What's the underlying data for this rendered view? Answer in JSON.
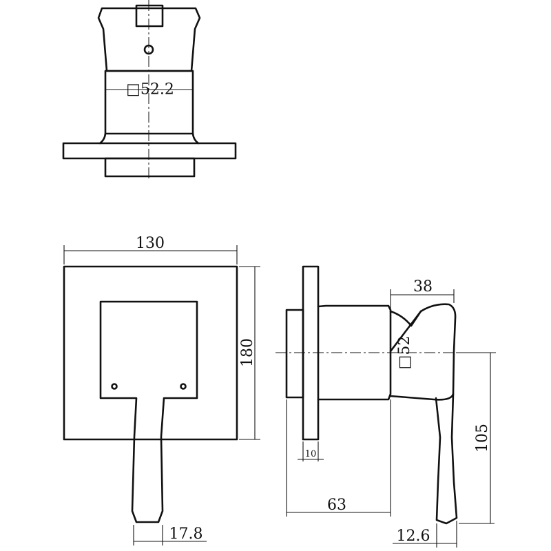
{
  "dimensions": {
    "top_square": "□52.2",
    "width_130": "130",
    "height_180": "180",
    "depth_38": "38",
    "side_square": "□52",
    "offset_10": "10",
    "reach_63": "63",
    "handle_105": "105",
    "handle_width_front": "17.8",
    "handle_width_side": "12.6"
  }
}
